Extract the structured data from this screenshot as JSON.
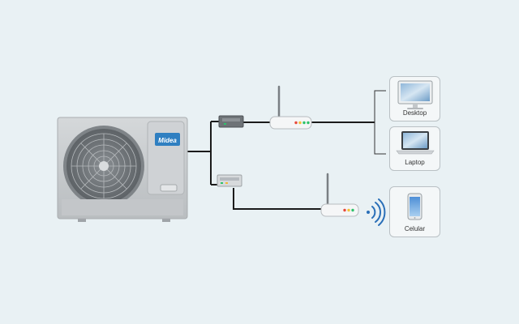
{
  "outdoor_unit": {
    "brand": "Midea"
  },
  "devices": {
    "desktop": {
      "label": "Desktop"
    },
    "laptop": {
      "label": "Laptop"
    },
    "phone": {
      "label": "Celular"
    }
  },
  "colors": {
    "background": "#e9f1f4",
    "line": "#1b1b1b",
    "brand_blue": "#2f7fc1",
    "unit_body": "#c9cccf",
    "wifi_blue": "#2a6fb8"
  }
}
